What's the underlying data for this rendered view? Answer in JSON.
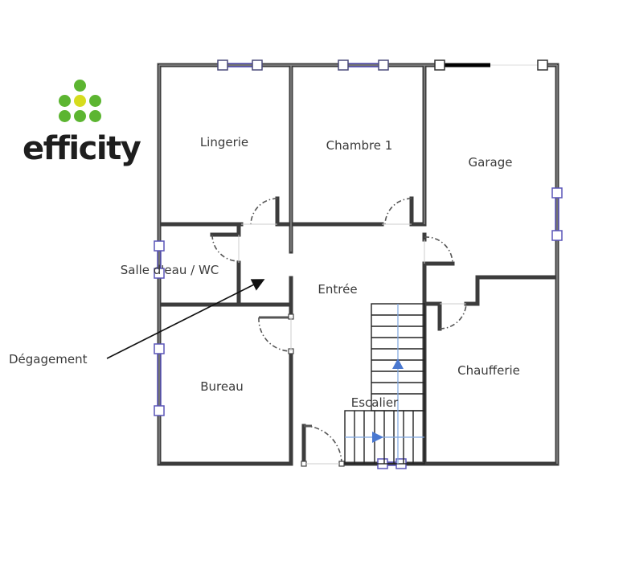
{
  "logo": {
    "brand_text": "efficity",
    "dot_colors": {
      "green": "#5cb531",
      "yellow": "#d6dc1e"
    }
  },
  "plan": {
    "colors": {
      "wall": "#3c3c3c",
      "window": "#5a55b8",
      "stairs_arrow": "#4a78d0",
      "text": "#3a3a3a"
    },
    "rooms": {
      "lingerie": "Lingerie",
      "chambre1": "Chambre 1",
      "garage": "Garage",
      "salle_eau_wc": "Salle d'eau / WC",
      "entree": "Entrée",
      "bureau": "Bureau",
      "escalier": "Escalier",
      "chaufferie": "Chaufferie"
    },
    "callouts": {
      "degagement": "Dégagement"
    }
  }
}
